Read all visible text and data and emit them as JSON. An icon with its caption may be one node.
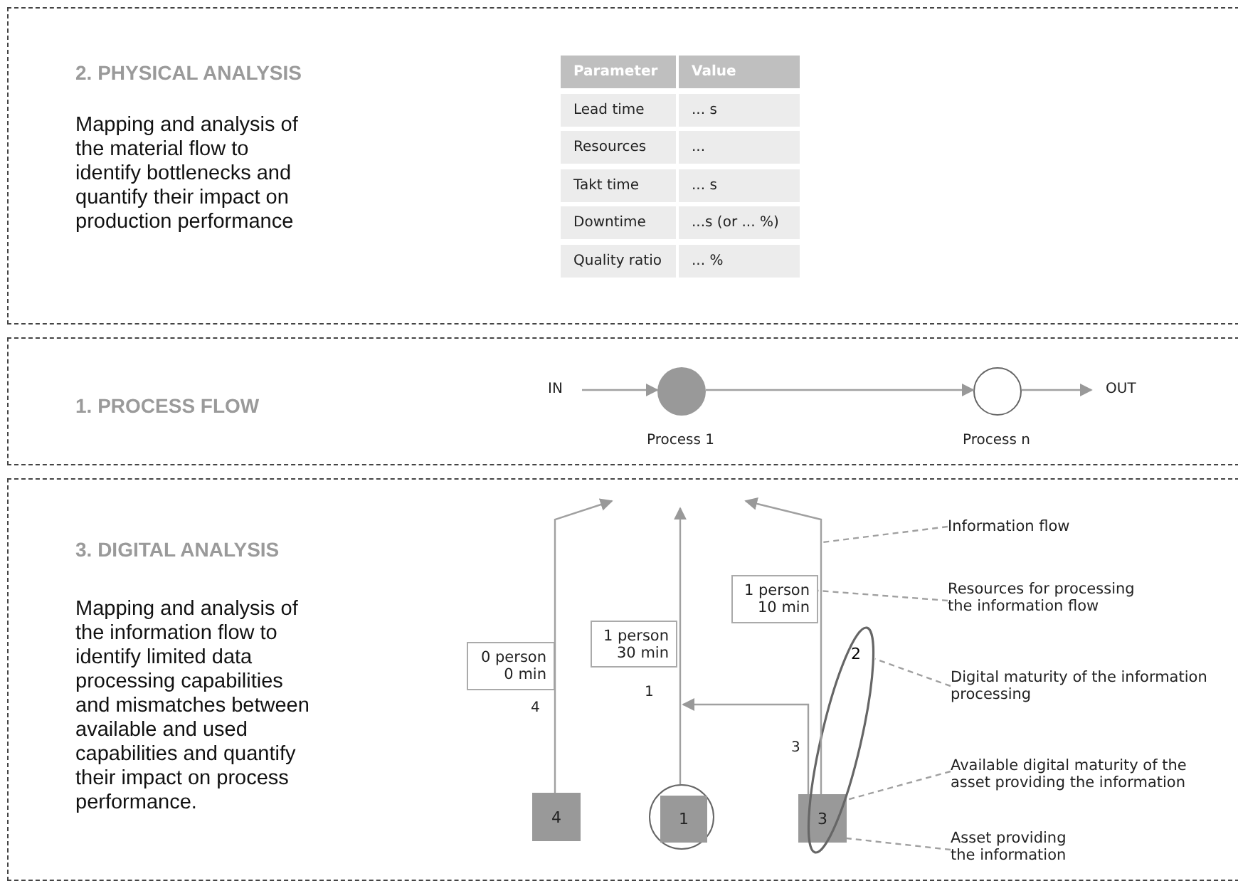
{
  "diagram": {
    "nodes": [
      {
        "text": [
          "2. PHYSICAL ANALYSIS",
          "Mapping and analysis of the material flow to identify bottlenecks and quantify their impact on production performance"
        ]
      },
      {
        "text": [
          "1. PROCESS FLOW"
        ]
      },
      {
        "text": [
          "IN"
        ],
        "in": 1
      },
      {
        "text": [],
        "shape": "circle",
        "beside": [
          "Process 1"
        ],
        "in": 1
      },
      {
        "text": [],
        "shape": "circle",
        "beside": [
          "Process n"
        ],
        "in": 1
      },
      {
        "text": [
          "OUT"
        ],
        "in": 1
      },
      {
        "text": [
          "3. DIGITAL ANALYSIS",
          "Mapping and analysis of the information flow to identify limited data processing capabilities and mismatches between available and used capabilities and quantify their impact on process performance."
        ]
      },
      {
        "text": [
          "0 person 0 min"
        ],
        "in": 6
      },
      {
        "text": [
          "1 person 30 min"
        ],
        "in": 6
      },
      {
        "text": [
          "1 person 10 min"
        ],
        "in": 6
      },
      {
        "text": [
          "4"
        ],
        "in": 6
      },
      {
        "text": [],
        "shape": "circle",
        "in": 6
      },
      {
        "text": [
          "1"
        ],
        "in": 11
      },
      {
        "text": [
          "2"
        ],
        "in": 6
      },
      {
        "text": [
          "3"
        ],
        "in": 6
      },
      {
        "text": [
          "Information flow"
        ],
        "in": 6
      },
      {
        "text": [
          "Resources for processing the information flow"
        ],
        "in": 6
      },
      {
        "text": [
          "Digital maturity of the information processing"
        ],
        "in": 6
      },
      {
        "text": [
          "Available digital maturity of the asset providing the information"
        ],
        "in": 6
      },
      {
        "text": [
          "Asset providing the information"
        ],
        "in": 6
      }
    ],
    "edges": [
      {
        "from": 2,
        "to": 3,
        "arrow": "to"
      },
      {
        "from": 3,
        "to": 4,
        "arrow": "to"
      },
      {
        "from": 4,
        "to": 5,
        "arrow": "to"
      },
      {
        "from": 10,
        "to": null,
        "arrow": "to",
        "label": "4"
      },
      {
        "from": 11,
        "to": null,
        "arrow": "to",
        "label": "1"
      },
      {
        "from": 14,
        "to": null,
        "arrow": "to"
      },
      {
        "from": 14,
        "to": null,
        "arrow": "to",
        "label": "3"
      },
      {
        "from": 15,
        "to": null,
        "arrow": "none",
        "style": "dashed"
      },
      {
        "from": 16,
        "to": 9,
        "arrow": "none",
        "style": "dashed"
      },
      {
        "from": 17,
        "to": 13,
        "arrow": "none",
        "style": "dashed"
      },
      {
        "from": 18,
        "to": 14,
        "arrow": "none",
        "style": "dashed"
      },
      {
        "from": 19,
        "to": 14,
        "arrow": "none",
        "style": "dashed"
      }
    ],
    "labels": [
      "Parameter",
      "Value",
      "Lead time",
      "... s",
      "Resources",
      "...",
      "Takt time",
      "... s",
      "Downtime",
      "...s (or ... %)",
      "Quality ratio",
      "... %"
    ]
  }
}
